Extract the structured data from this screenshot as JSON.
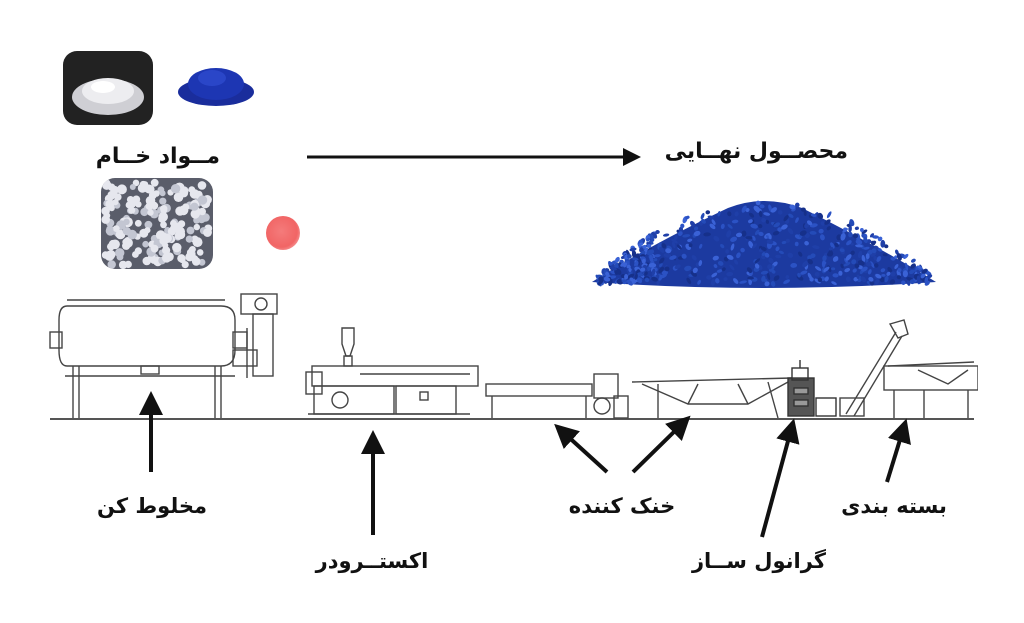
{
  "labels": {
    "raw_materials": "مــواد خــام",
    "final_product": "محصــول نهــایی",
    "mixer": "مخلوط کن",
    "extruder": "اکستــرودر",
    "cooler": "خنک کننده",
    "granulator": "گرانول ســاز",
    "packaging": "بسته بندی"
  },
  "colors": {
    "ink": "#111111",
    "machine_line": "#444444",
    "blue_granules": "#1f3fa8",
    "white_granules": "#e8e8ec",
    "red_dot": "#f26d6d"
  }
}
